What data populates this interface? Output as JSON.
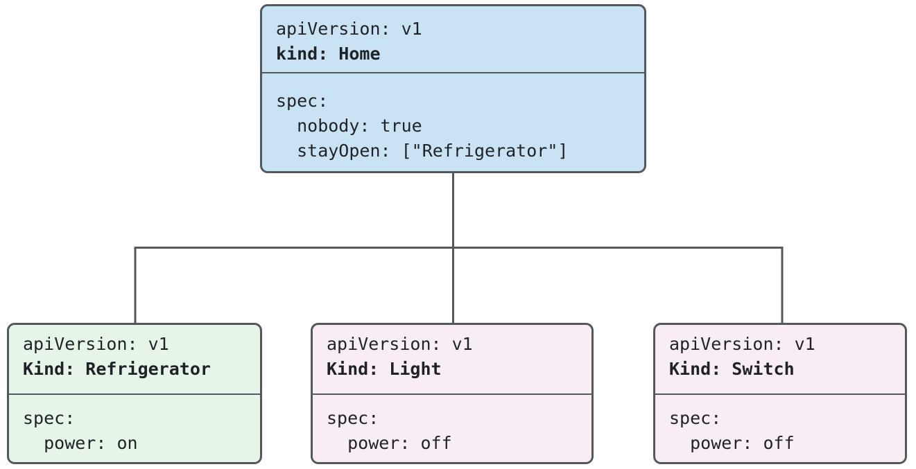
{
  "colors": {
    "border": "#53585c",
    "line": "#53585c",
    "text": "#1f2328",
    "home_fill": "#c9e3f5",
    "refrigerator_fill": "#e7f4e8",
    "light_fill": "#f9edf5",
    "switch_fill": "#f9edf5"
  },
  "nodes": {
    "home": {
      "api_line": "apiVersion: v1",
      "kind_line": "kind: Home",
      "spec_lines": [
        "spec:",
        "  nobody: true",
        "  stayOpen: [\"Refrigerator\"]"
      ]
    },
    "refrigerator": {
      "api_line": "apiVersion: v1",
      "kind_line": "Kind: Refrigerator",
      "spec_lines": [
        "spec:",
        "  power: on"
      ]
    },
    "light": {
      "api_line": "apiVersion: v1",
      "kind_line": "Kind: Light",
      "spec_lines": [
        "spec:",
        "  power: off"
      ]
    },
    "switch": {
      "api_line": "apiVersion: v1",
      "kind_line": "Kind: Switch",
      "spec_lines": [
        "spec:",
        "  power: off"
      ]
    }
  }
}
